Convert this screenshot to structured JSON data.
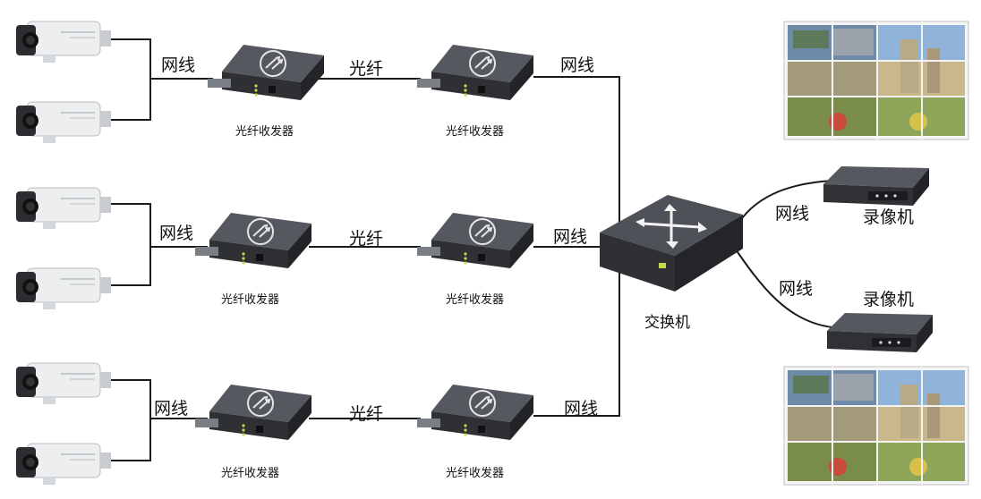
{
  "labels": {
    "network_cable": "网线",
    "optical_fiber": "光纤",
    "fiber_transceiver": "光纤收发器",
    "switch": "交换机",
    "video_recorder": "录像机"
  },
  "colors": {
    "line": "#1a1a1a",
    "device_top": "#4a4d52",
    "device_side": "#2b2d31",
    "camera_body": "#e9ecef",
    "camera_dark": "#2a2c30",
    "recorder_body": "#3a3c40"
  },
  "icons": {
    "camera": "bullet-camera-icon",
    "transceiver": "fiber-transceiver-icon",
    "switch": "network-switch-icon",
    "recorder": "nvr-recorder-icon",
    "video_wall": "video-wall-icon"
  }
}
